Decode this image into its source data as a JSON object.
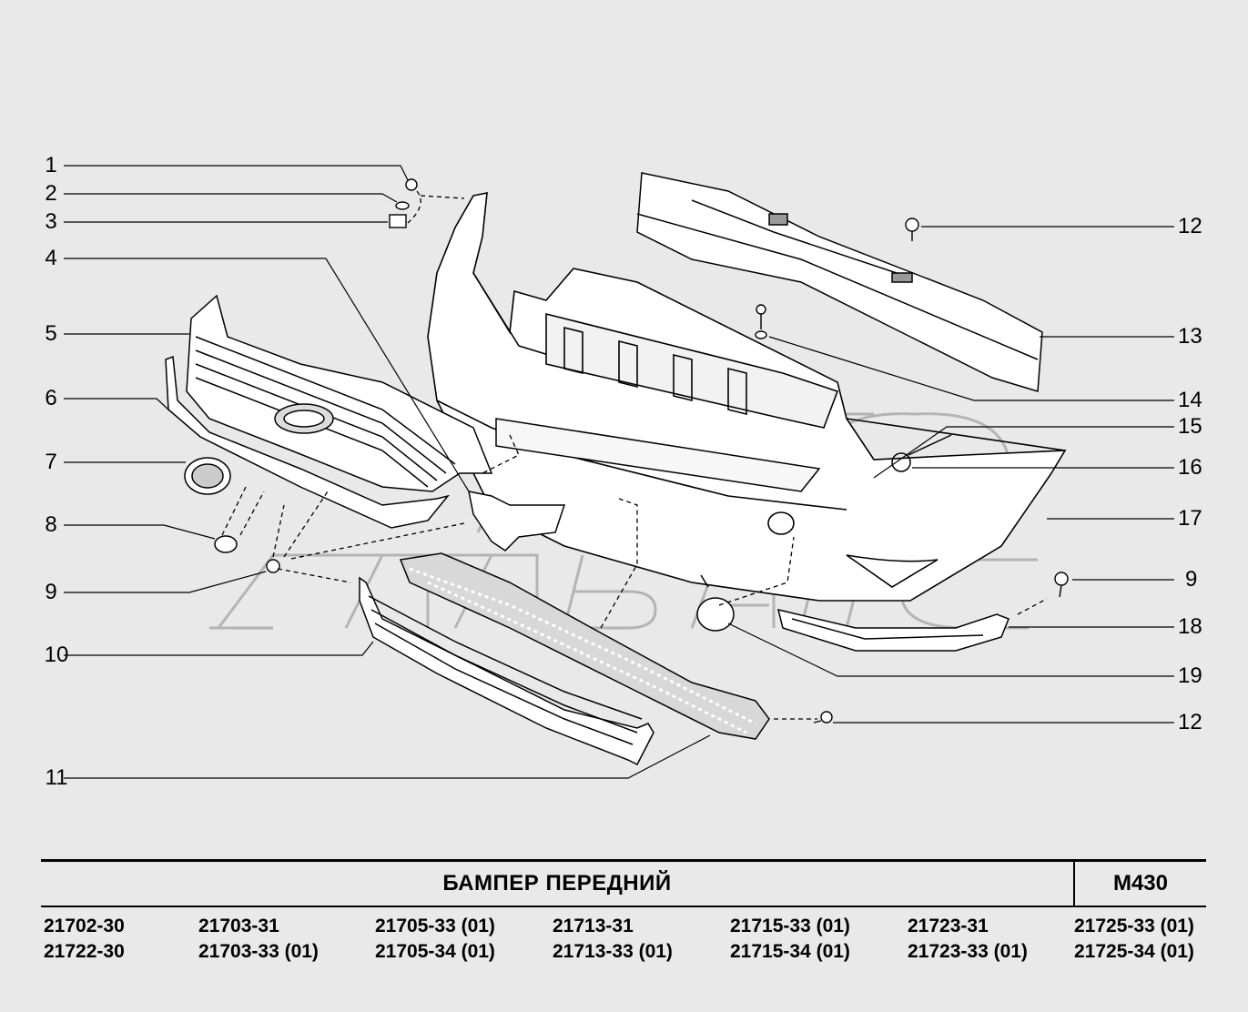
{
  "diagram": {
    "callouts_left": [
      "1",
      "2",
      "3",
      "4",
      "5",
      "6",
      "7",
      "8",
      "9",
      "10",
      "11"
    ],
    "callouts_right": [
      "12",
      "13",
      "14",
      "15",
      "16",
      "17",
      "9",
      "18",
      "19",
      "12"
    ],
    "watermark": "АВТО АЛЬЯНС"
  },
  "title_block": {
    "title": "БАМПЕР  ПЕРЕДНИЙ",
    "code": "М430"
  },
  "models": [
    [
      "21702-30",
      "21722-30"
    ],
    [
      "21703-31",
      "21703-33 (01)"
    ],
    [
      "21705-33 (01)",
      "21705-34 (01)"
    ],
    [
      "21713-31",
      "21713-33 (01)"
    ],
    [
      "21715-33 (01)",
      "21715-34 (01)"
    ],
    [
      "21723-31",
      "21723-33 (01)"
    ],
    [
      "21725-33 (01)",
      "21725-34 (01)"
    ]
  ]
}
